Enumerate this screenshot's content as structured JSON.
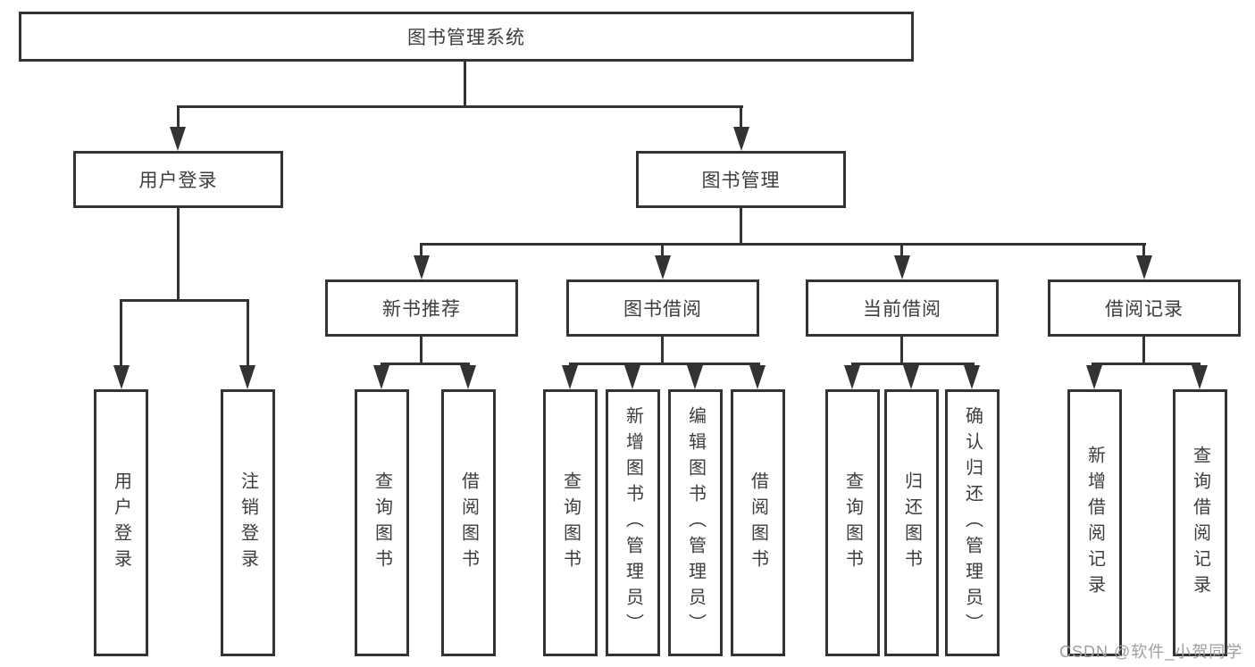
{
  "colors": {
    "line": "#333333",
    "text": "#3d3d3d",
    "watermark": "#9e9ea3",
    "bg": "#ffffff"
  },
  "watermark": {
    "text": "CSDN @软件_小贺同学"
  },
  "diagram": {
    "root": {
      "label": "图书管理系统"
    },
    "level1": [
      {
        "label": "用户登录"
      },
      {
        "label": "图书管理"
      }
    ],
    "level2": [
      {
        "label": "新书推荐"
      },
      {
        "label": "图书借阅"
      },
      {
        "label": "当前借阅"
      },
      {
        "label": "借阅记录"
      }
    ],
    "leaves": [
      {
        "label": "用户登录"
      },
      {
        "label": "注销登录"
      },
      {
        "label": "查询图书"
      },
      {
        "label": "借阅图书"
      },
      {
        "label": "查询图书"
      },
      {
        "label": "新增图书（管理员）"
      },
      {
        "label": "编辑图书（管理员）"
      },
      {
        "label": "借阅图书"
      },
      {
        "label": "查询图书"
      },
      {
        "label": "归还图书"
      },
      {
        "label": "确认归还（管理员）"
      },
      {
        "label": "新增借阅记录"
      },
      {
        "label": "查询借阅记录"
      }
    ]
  }
}
